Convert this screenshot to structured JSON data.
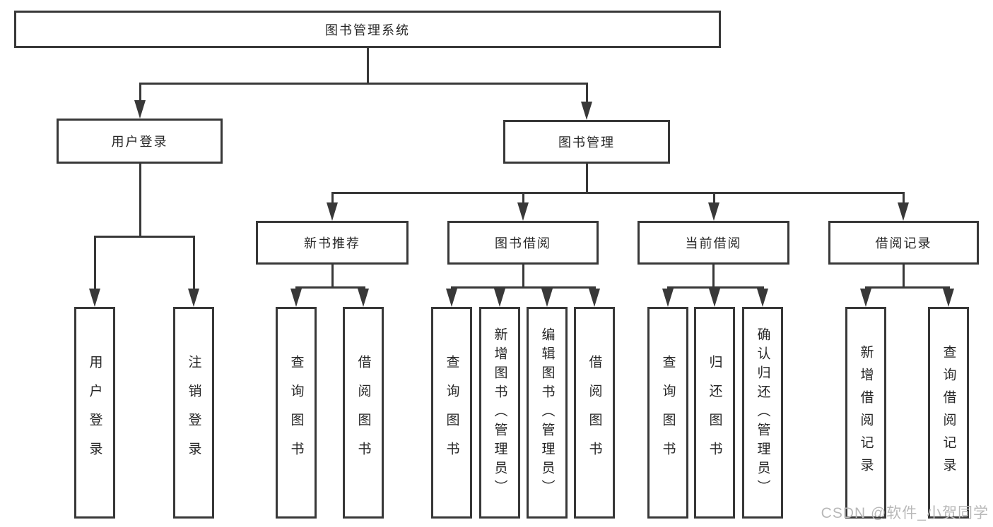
{
  "colors": {
    "line": "#383838",
    "text": "#262626",
    "background": "#ffffff",
    "watermark": "#b8b8b8"
  },
  "watermark": "CSDN @软件_小贺同学",
  "tree": {
    "label": "图书管理系统",
    "children": [
      {
        "label": "用户登录",
        "children": [
          {
            "label": "用户登录"
          },
          {
            "label": "注销登录"
          }
        ]
      },
      {
        "label": "图书管理",
        "children": [
          {
            "label": "新书推荐",
            "children": [
              {
                "label": "查询图书"
              },
              {
                "label": "借阅图书"
              }
            ]
          },
          {
            "label": "图书借阅",
            "children": [
              {
                "label": "查询图书"
              },
              {
                "label": "新增图书（管理员）"
              },
              {
                "label": "编辑图书（管理员）"
              },
              {
                "label": "借阅图书"
              }
            ]
          },
          {
            "label": "当前借阅",
            "children": [
              {
                "label": "查询图书"
              },
              {
                "label": "归还图书"
              },
              {
                "label": "确认归还（管理员）"
              }
            ]
          },
          {
            "label": "借阅记录",
            "children": [
              {
                "label": "新增借阅记录"
              },
              {
                "label": "查询借阅记录"
              }
            ]
          }
        ]
      }
    ]
  }
}
